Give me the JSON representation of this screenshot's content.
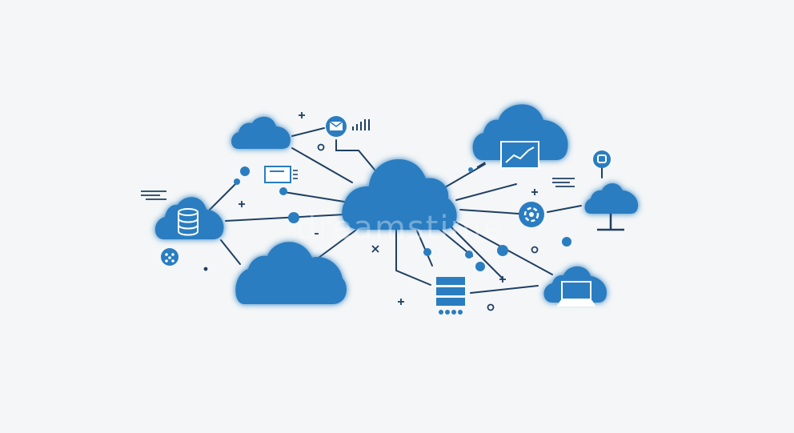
{
  "diagram": {
    "watermark": "dreamstime",
    "colors": {
      "background": "#f4f6f7",
      "cloud": "#2a7dc0",
      "line": "#1f3f63",
      "icon_line": "#ffffff",
      "node": "#2a7dc0"
    },
    "clouds": [
      {
        "name": "central-cloud",
        "icon": "none"
      },
      {
        "name": "top-left-cloud",
        "icon": "none"
      },
      {
        "name": "database-cloud",
        "icon": "database-icon"
      },
      {
        "name": "bottom-left-cloud",
        "icon": "none"
      },
      {
        "name": "analytics-cloud",
        "icon": "line-chart-icon"
      },
      {
        "name": "network-cloud",
        "icon": "network-stand-icon"
      },
      {
        "name": "laptop-cloud",
        "icon": "laptop-icon"
      }
    ],
    "icons": [
      "email-icon",
      "signal-bars-icon",
      "monitor-icon",
      "server-icon",
      "gear-icon",
      "shield-icon",
      "network-node-icon"
    ]
  }
}
